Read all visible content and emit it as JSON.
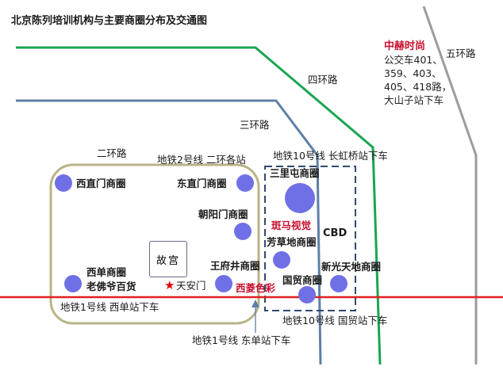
{
  "title": "北京陈列培训机构与主要商圈分布及交通图",
  "ring_roads": {
    "second": "二环路",
    "third": "三环路",
    "fourth": "四环路",
    "fifth": "五环路"
  },
  "metro_labels": {
    "line2": "地铁2号线 二环各站",
    "line10_north": "地铁10号线 长虹桥站下车",
    "line1_west": "地铁1号线  西单站下车",
    "line1_east": "地铁1号线 东单站下车",
    "line10_south": "地铁10号线 国贸站下车"
  },
  "districts": {
    "cbd": "CBD"
  },
  "malls": {
    "xizhimen": "西直门商圈",
    "dongzhimen": "东直门商圈",
    "chaoyangmen": "朝阳门商圈",
    "sanlitun": "三里屯商圈",
    "fangcaodi": "芳草地商圈",
    "wangfujing": "王府井商圈",
    "xidan": "西单商圈",
    "laofoye": "老佛爷百货",
    "xinguang": "新光天地商圈",
    "guomao": "国贸商圈"
  },
  "landmarks": {
    "gugong": "故宫",
    "tiananmen": "天安门"
  },
  "institutions": {
    "banma": "斑马视觉",
    "xiling": "西菱色彩",
    "zhonghe": "中赫时尚"
  },
  "bus_info": {
    "line1": "公交车401、",
    "line2": "359、403、",
    "line3": "405、418路，",
    "line4": "大山子站下车"
  },
  "colors": {
    "ring2": "#b8b487",
    "ring3": "#5e7fa8",
    "ring4": "#3a63a6",
    "ring5": "#9c9c9c",
    "green_line": "#1aa552",
    "metro_line1": "#e02020",
    "cbd_box": "#2f4a70",
    "mall_dot": "#7070e6",
    "accent_red": "#c8102e"
  }
}
